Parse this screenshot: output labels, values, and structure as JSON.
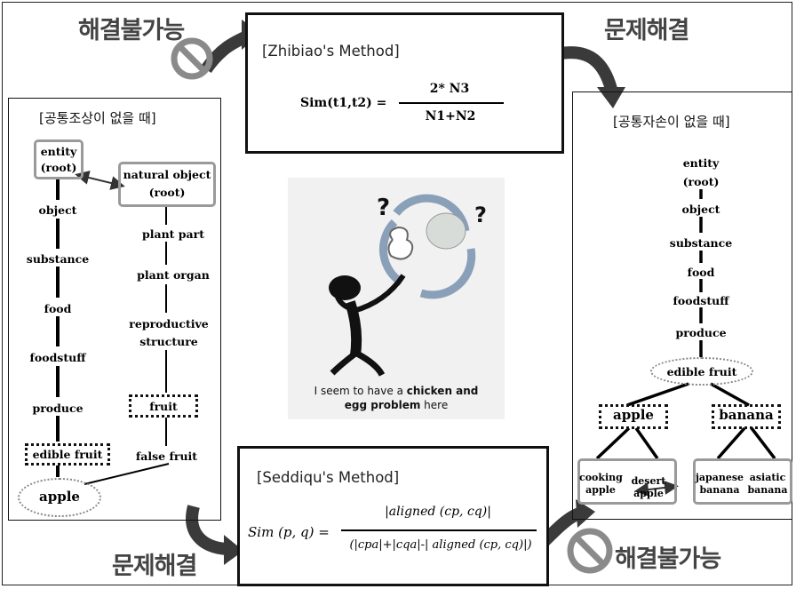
{
  "korean": {
    "unsolvable_top": "해결불가능",
    "solved_top": "문제해결",
    "solved_bottom": "문제해결",
    "unsolvable_bottom": "해결불가능"
  },
  "zhibiao": {
    "title": "[Zhibiao's Method]",
    "lhs": "Sim(t1,t2) =",
    "numerator": "2* N3",
    "denominator": "N1+N2"
  },
  "seddiqu": {
    "title": "[Seddiqu's Method]",
    "lhs": "Sim (p, q) =",
    "numerator": "|aligned (cp, cq)|",
    "denominator": "(|cpa|+|cqa|-| aligned (cp, cq)|)"
  },
  "left_panel": {
    "title": "[공통조상이 없을 때]",
    "chain": [
      "entity",
      "(root)",
      "object",
      "substance",
      "food",
      "foodstuff",
      "produce",
      "edible fruit",
      "apple"
    ],
    "branch": [
      "natural object",
      "(root)",
      "plant part",
      "plant organ",
      "reproductive",
      "structure",
      "fruit",
      "false fruit"
    ]
  },
  "right_panel": {
    "title": "[공통자손이 없을 때]",
    "chain": [
      "entity",
      "(root)",
      "object",
      "substance",
      "food",
      "foodstuff",
      "produce",
      "edible fruit"
    ],
    "children": [
      "apple",
      "banana"
    ],
    "apple_kinds": [
      "cooking",
      "apple",
      "desert",
      "apple"
    ],
    "banana_kinds": [
      "japanese",
      "banana",
      "asiatic",
      "banana"
    ]
  },
  "center": {
    "caption_line1_prefix": "I seem to have a ",
    "caption_line1_bold": "chicken and",
    "caption_line2_bold": "egg problem",
    "caption_line2_suffix": " here"
  },
  "colors": {
    "border": "#111111",
    "gray_box": "#9a9a9a",
    "arrow": "#3a3a3a",
    "no_sign": "#8a8a8a",
    "korean_text": "#444444"
  }
}
